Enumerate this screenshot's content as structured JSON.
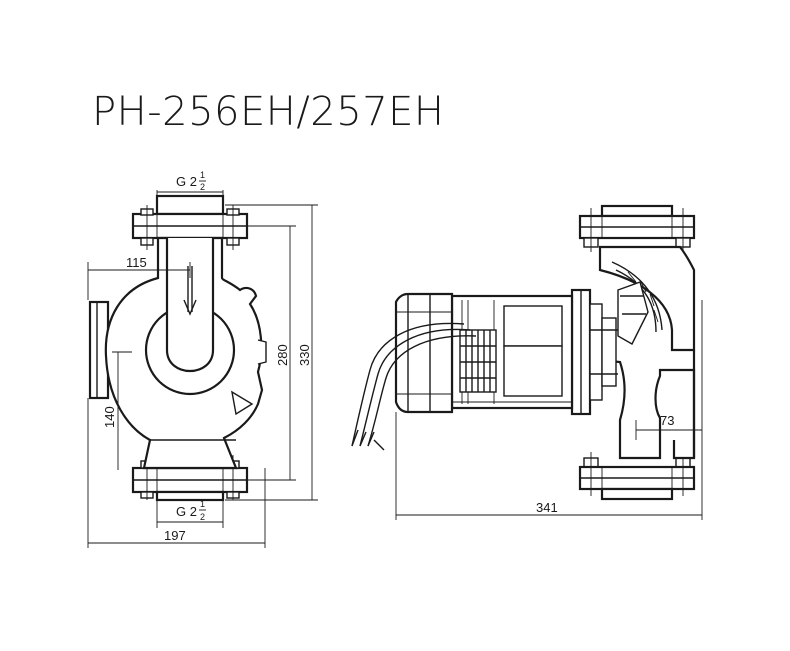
{
  "title": "PH-256EH/257EH",
  "front_view": {
    "inlet_port_label": "G 2",
    "outlet_port_label": "G 2",
    "port_fraction_numerator": "1",
    "port_fraction_denominator": "2",
    "dim_width_half": "115",
    "dim_width_total": "197",
    "dim_height_flange": "280",
    "dim_height_total": "330",
    "dim_height_center": "140"
  },
  "side_view": {
    "dim_length_total": "341",
    "dim_flange_offset": "73"
  }
}
